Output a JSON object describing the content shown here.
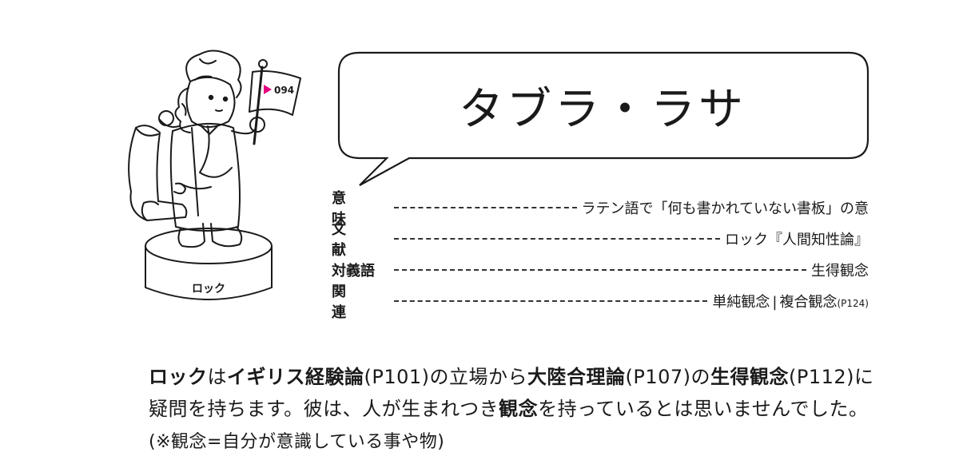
{
  "figure": {
    "badge": "094",
    "base_label": "ロック"
  },
  "term": {
    "title": "タブラ・ラサ"
  },
  "info": {
    "meaning": {
      "label": "意味",
      "value": "ラテン語で「何も書かれていない書板」の意"
    },
    "source": {
      "label": "文献",
      "value": "ロック『人間知性論』"
    },
    "antonym": {
      "label": "対義語",
      "value": "生得観念"
    },
    "related": {
      "label": "関連",
      "value_a": "単純観念",
      "separator": "|",
      "value_b": "複合観念",
      "ref": "(P124)"
    }
  },
  "body": {
    "s1": "ロック",
    "s2": "は",
    "s3": "イギリス経験論",
    "s4": "(P101)の立場から",
    "s5": "大陸合理論",
    "s6": "(P107)の",
    "s7": "生得観念",
    "s8": "(P112)に疑問を持ちます。彼は、人が生まれつき",
    "s9": "観念",
    "s10": "を持っているとは思いませんでした。",
    "s11": "(※観念=自分が意識している事や物)"
  },
  "colors": {
    "accent": "#e4007f",
    "ink": "#1a1a1a"
  }
}
